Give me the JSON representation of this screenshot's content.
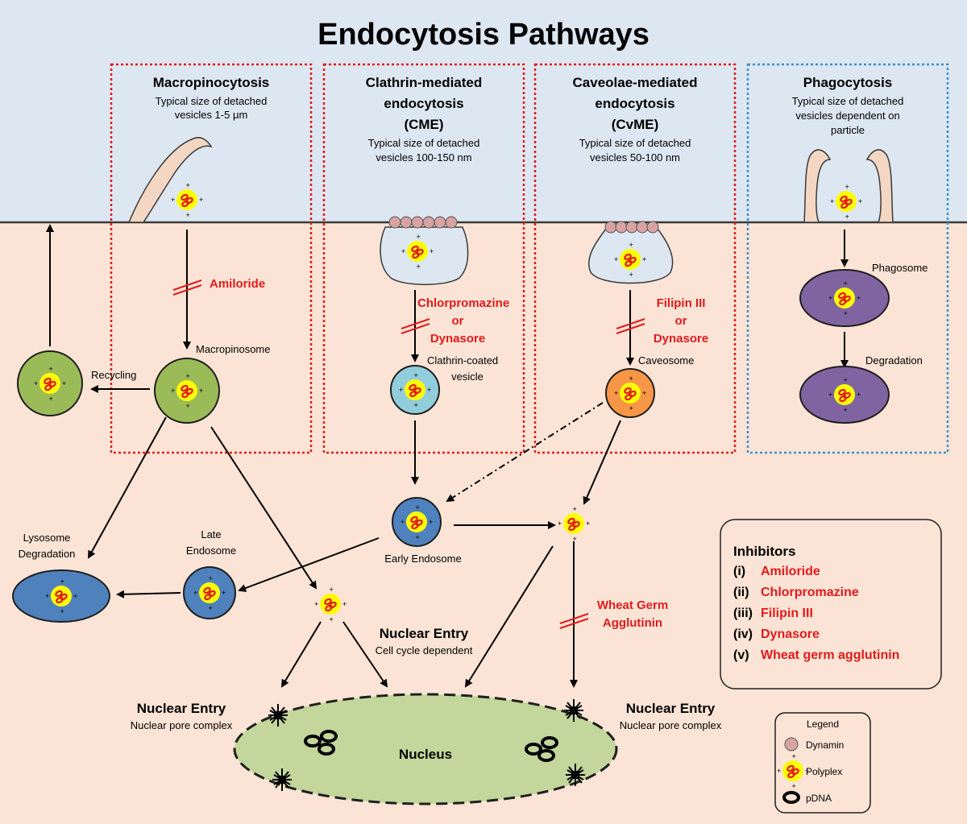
{
  "title": "Endocytosis Pathways",
  "colors": {
    "extracellular": "#dde7f1",
    "cytoplasm": "#fbe4d5",
    "membrane": "#3a3a3a",
    "red_box": "#e41a1c",
    "blue_box": "#3a8fd0",
    "green_vesicle": "#9bbb59",
    "light_blue_vesicle": "#92cddc",
    "blue_vesicle": "#4f81bd",
    "orange_vesicle": "#f79646",
    "purple_vesicle": "#8064a2",
    "nucleus": "#c3d69b",
    "polyplex_yellow": "#ffff00",
    "polyplex_red": "#e41a1c",
    "dynamin": "#d9a3a3",
    "inhibitor": "#e41a1c"
  },
  "pathways": {
    "macropinocytosis": {
      "title": "Macropinocytosis",
      "desc1": "Typical size  of detached",
      "desc2": "vesicles 1-5 μm",
      "inhibitor": "Amiloride",
      "vesicle_label": "Macropinosome"
    },
    "cme": {
      "title1": "Clathrin-mediated",
      "title2": "endocytosis",
      "title3": "(CME)",
      "desc1": "Typical size of detached",
      "desc2": "vesicles  100-150 nm",
      "inhibitor1": "Chlorpromazine",
      "inhibitor2": "or",
      "inhibitor3": "Dynasore",
      "vesicle_label1": "Clathrin-coated",
      "vesicle_label2": "vesicle"
    },
    "cvme": {
      "title1": "Caveolae-mediated",
      "title2": "endocytosis",
      "title3": "(CvME)",
      "desc1": "Typical size of detached",
      "desc2": "vesicles  50-100 nm",
      "inhibitor1": "Filipin III",
      "inhibitor2": "or",
      "inhibitor3": "Dynasore",
      "vesicle_label": "Caveosome"
    },
    "phagocytosis": {
      "title": "Phagocytosis",
      "desc1": "Typical size of detached",
      "desc2": "vesicles  dependent on",
      "desc3": "particle",
      "phagosome_label": "Phagosome",
      "degradation_label": "Degradation"
    }
  },
  "labels": {
    "recycling": "Recycling",
    "lysosome1": "Lysosome",
    "lysosome2": "Degradation",
    "late_endosome1": "Late",
    "late_endosome2": "Endosome",
    "early_endosome": "Early Endosome",
    "nuclear_entry_center": "Nuclear Entry",
    "cell_cycle": "Cell cycle dependent",
    "nuclear_entry_left": "Nuclear Entry",
    "npc_left": "Nuclear pore complex",
    "nuclear_entry_right": "Nuclear Entry",
    "npc_right": "Nuclear pore complex",
    "nucleus": "Nucleus",
    "wga1": "Wheat Germ",
    "wga2": "Agglutinin",
    "plus": "+"
  },
  "inhibitors_box": {
    "heading": "Inhibitors",
    "items": [
      {
        "num": "(i)",
        "name": "Amiloride"
      },
      {
        "num": "(ii)",
        "name": "Chlorpromazine"
      },
      {
        "num": "(iii)",
        "name": "Filipin III"
      },
      {
        "num": "(iv)",
        "name": "Dynasore"
      },
      {
        "num": "(v)",
        "name": "Wheat germ agglutinin"
      }
    ]
  },
  "legend": {
    "heading": "Legend",
    "dynamin": "Dynamin",
    "polyplex": "Polyplex",
    "pdna": "pDNA"
  }
}
